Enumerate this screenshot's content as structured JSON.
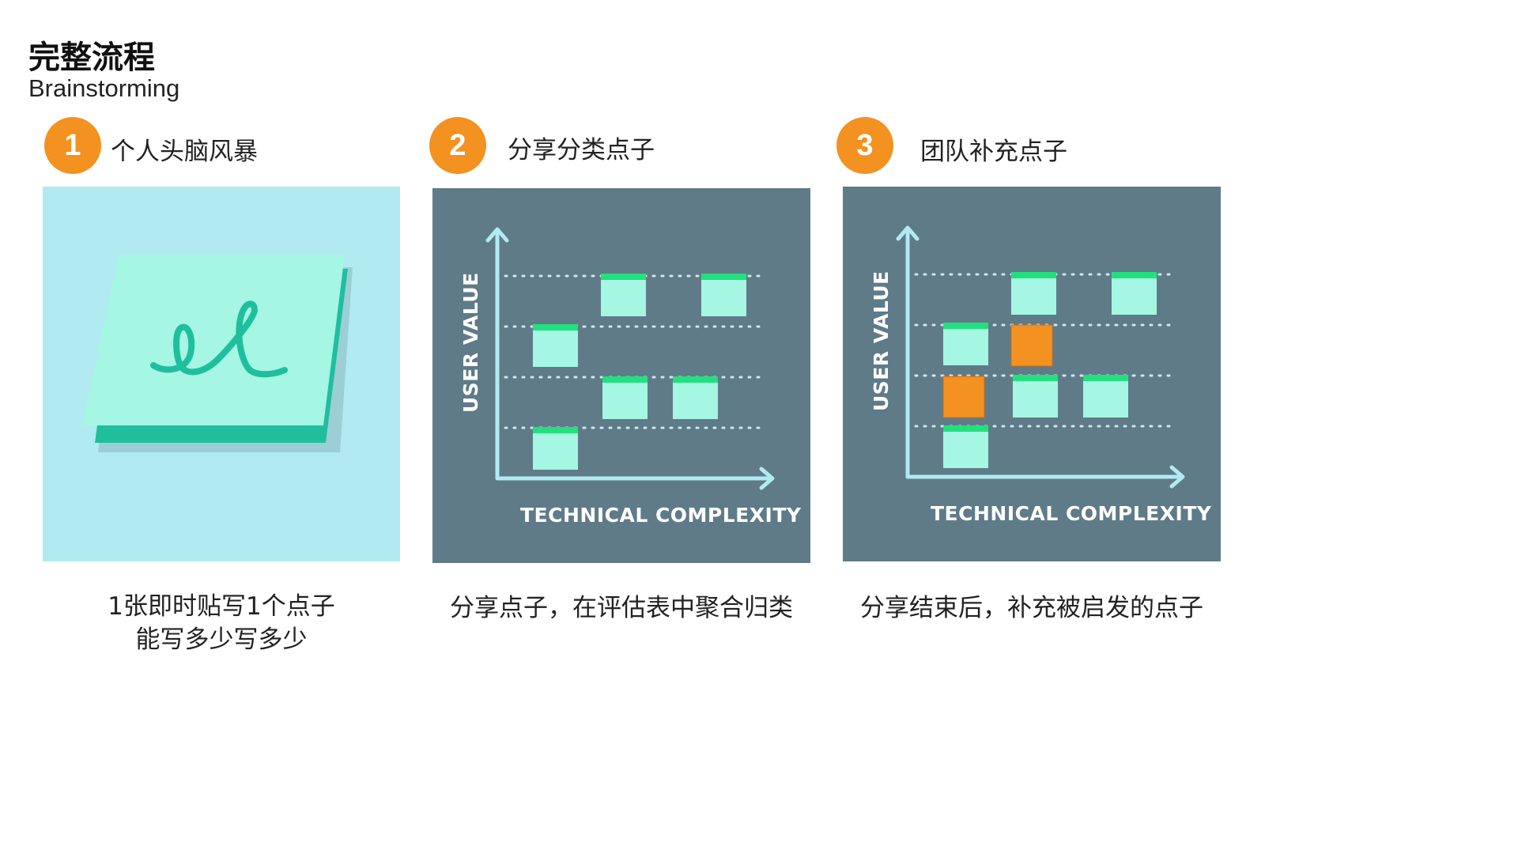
{
  "header": {
    "title": "完整流程",
    "subtitle": "Brainstorming"
  },
  "steps": [
    {
      "number": "1",
      "label": "个人头脑风暴",
      "caption_lines": [
        "1张即时贴写1个点子",
        "能写多少写多少"
      ]
    },
    {
      "number": "2",
      "label": "分享分类点子",
      "caption_lines": [
        "分享点子，在评估表中聚合归类"
      ]
    },
    {
      "number": "3",
      "label": "团队补充点子",
      "caption_lines": [
        "分享结束后，补充被启发的点子"
      ]
    }
  ],
  "matrix": {
    "y_axis_label": "USER VALUE",
    "x_axis_label": "TECHNICAL COMPLEXITY"
  },
  "colors": {
    "accent_orange": "#f39121",
    "panel_light": "#b1eaf1",
    "panel_dark": "#5f7b88",
    "sticky_note": "#a5f6e3",
    "sticky_header": "#22e07e",
    "sticky_shadow": "#1fbf9e"
  },
  "icons": [
    "sticky-note-icon"
  ]
}
